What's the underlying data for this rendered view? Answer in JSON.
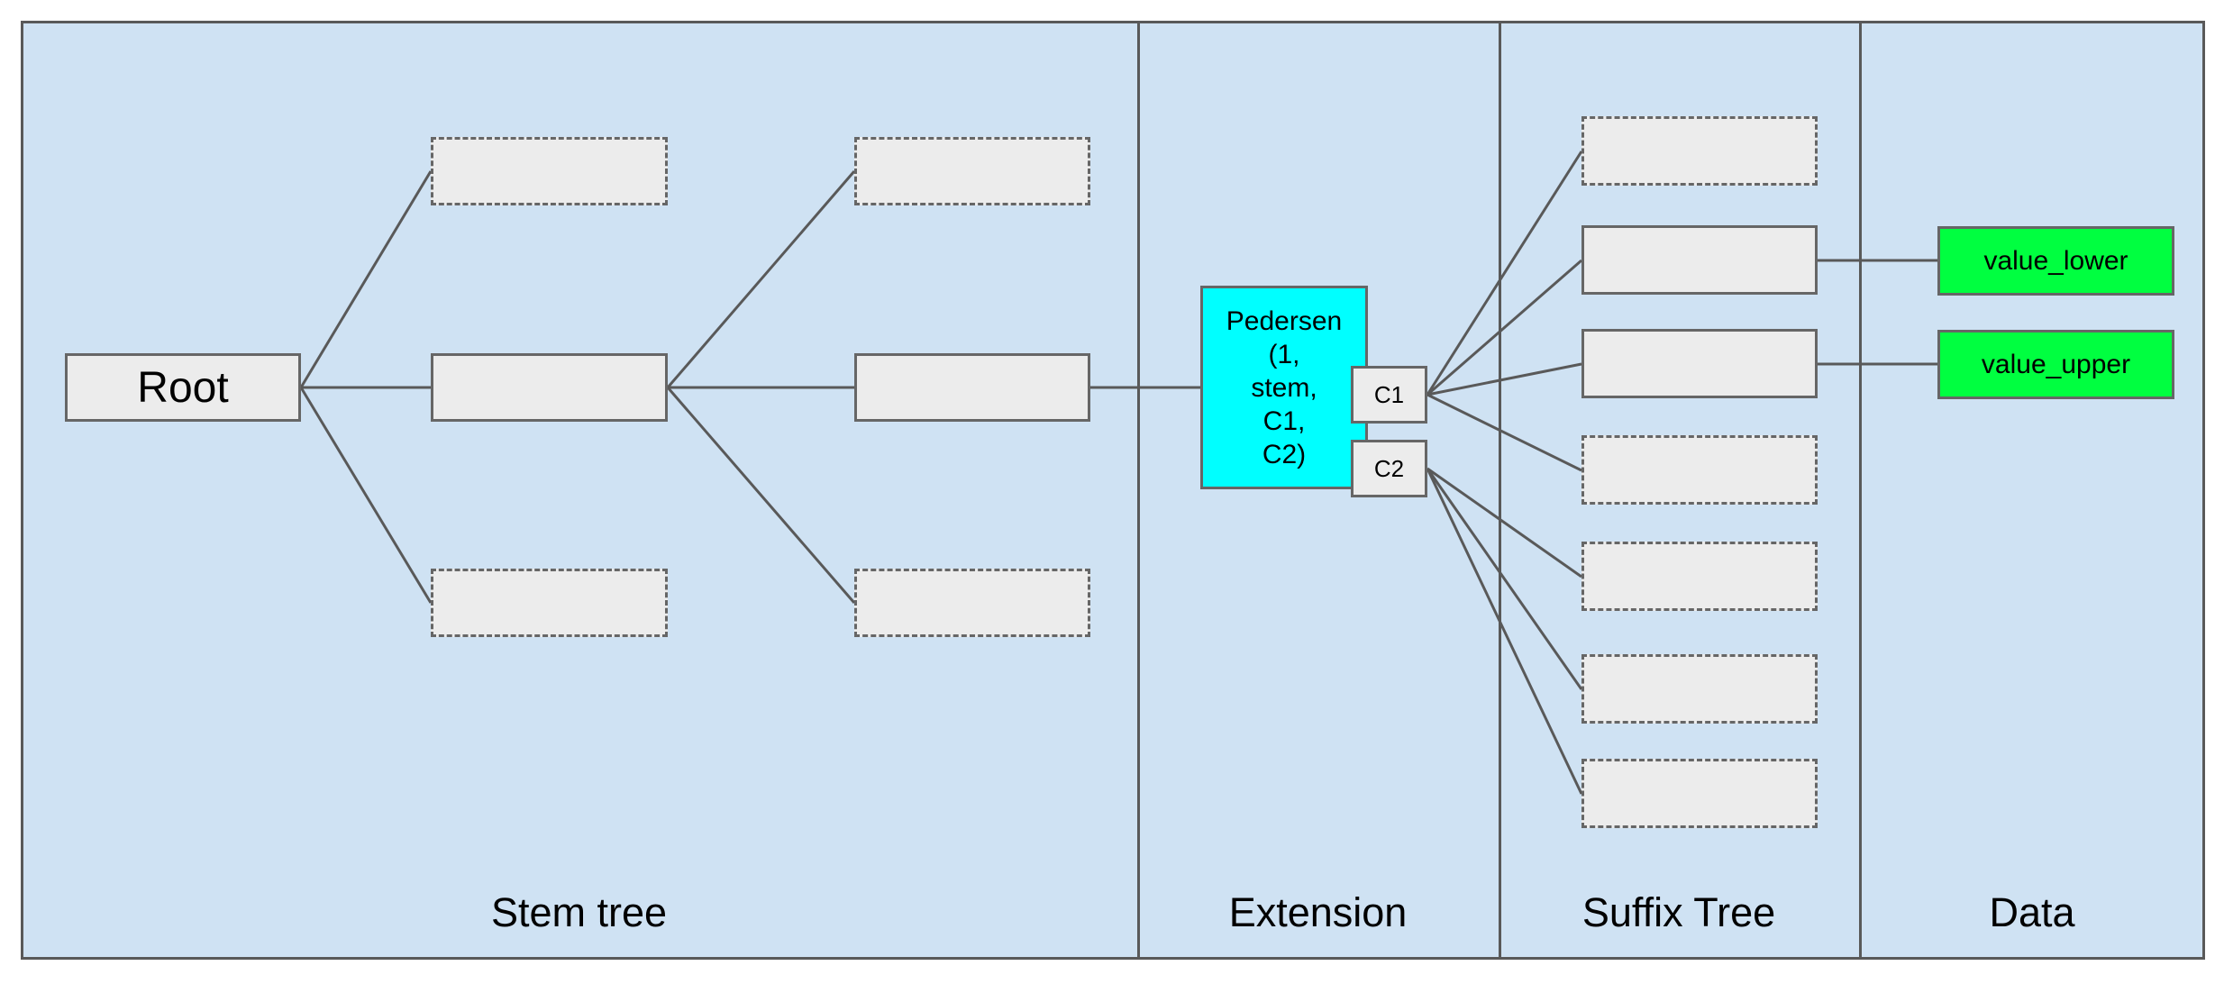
{
  "sections": [
    {
      "label": "Stem tree"
    },
    {
      "label": "Extension"
    },
    {
      "label": "Suffix Tree"
    },
    {
      "label": "Data"
    }
  ],
  "nodes": {
    "root": {
      "label": "Root"
    },
    "pedersen": {
      "label": "Pedersen (1, stem, C1, C2)",
      "lines": [
        "Pedersen",
        "(1,",
        "stem,",
        "C1,",
        "C2)"
      ]
    },
    "c1": {
      "label": "C1"
    },
    "c2": {
      "label": "C2"
    },
    "value_lower": {
      "label": "value_lower"
    },
    "value_upper": {
      "label": "value_upper"
    }
  },
  "placeholders": {
    "stem_dashed_count": 4,
    "suffix_dashed_count": 5,
    "suffix_solid_count": 2
  },
  "colors": {
    "canvas": "#ffffff",
    "section-fill": "#cfe2f3",
    "node-fill": "#ececec",
    "node-border": "#666666",
    "line": "#595959",
    "accent-cyan": "#00ffff",
    "accent-green": "#00ff40",
    "text": "#000000"
  }
}
